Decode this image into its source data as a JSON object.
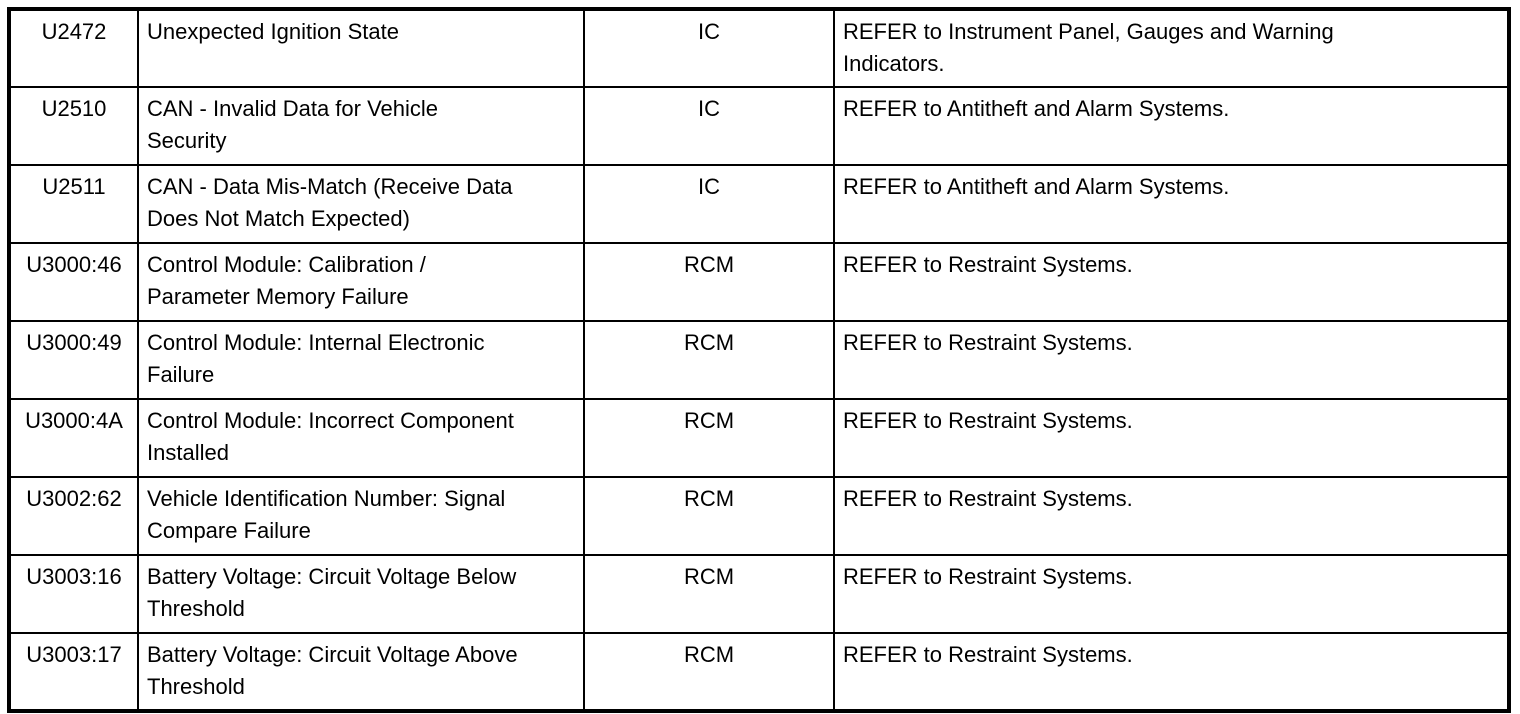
{
  "page": {
    "background_color": "#ffffff",
    "text_color": "#000000",
    "border_color": "#000000"
  },
  "dtc_table": {
    "rows": [
      {
        "code": "U2472",
        "description": "Unexpected Ignition State",
        "module": "IC",
        "action": "REFER to Instrument Panel, Gauges and Warning\nIndicators."
      },
      {
        "code": "U2510",
        "description": "CAN - Invalid Data for Vehicle\nSecurity",
        "module": "IC",
        "action": "REFER to Antitheft and Alarm Systems."
      },
      {
        "code": "U2511",
        "description": "CAN - Data Mis-Match (Receive Data\nDoes Not Match Expected)",
        "module": "IC",
        "action": "REFER to Antitheft and Alarm Systems."
      },
      {
        "code": "U3000:46",
        "description": "Control Module: Calibration /\nParameter Memory Failure",
        "module": "RCM",
        "action": "REFER to Restraint Systems."
      },
      {
        "code": "U3000:49",
        "description": "Control Module: Internal Electronic\nFailure",
        "module": "RCM",
        "action": "REFER to Restraint Systems."
      },
      {
        "code": "U3000:4A",
        "description": "Control Module: Incorrect Component\nInstalled",
        "module": "RCM",
        "action": "REFER to Restraint Systems."
      },
      {
        "code": "U3002:62",
        "description": "Vehicle Identification Number: Signal\nCompare Failure",
        "module": "RCM",
        "action": "REFER to Restraint Systems."
      },
      {
        "code": "U3003:16",
        "description": "Battery Voltage: Circuit Voltage Below\nThreshold",
        "module": "RCM",
        "action": "REFER to Restraint Systems."
      },
      {
        "code": "U3003:17",
        "description": "Battery Voltage: Circuit Voltage Above\nThreshold",
        "module": "RCM",
        "action": "REFER to Restraint Systems."
      }
    ]
  }
}
